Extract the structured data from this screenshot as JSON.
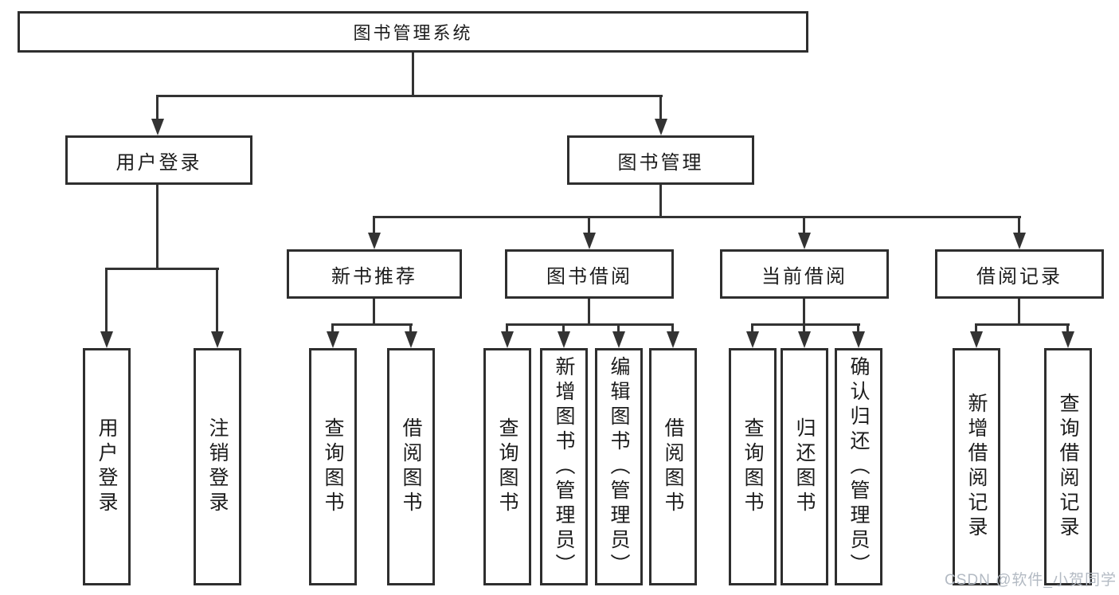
{
  "diagram": {
    "tree": {
      "label": "图书管理系统",
      "children": [
        {
          "label": "用户登录",
          "children": [
            {
              "label": "用户登录"
            },
            {
              "label": "注销登录"
            }
          ]
        },
        {
          "label": "图书管理",
          "children": [
            {
              "label": "新书推荐",
              "children": [
                {
                  "label": "查询图书"
                },
                {
                  "label": "借阅图书"
                }
              ]
            },
            {
              "label": "图书借阅",
              "children": [
                {
                  "label": "查询图书"
                },
                {
                  "label": "新增图书（管理员）"
                },
                {
                  "label": "编辑图书（管理员）"
                },
                {
                  "label": "借阅图书"
                }
              ]
            },
            {
              "label": "当前借阅",
              "children": [
                {
                  "label": "查询图书"
                },
                {
                  "label": "归还图书"
                },
                {
                  "label": "确认归还（管理员）"
                }
              ]
            },
            {
              "label": "借阅记录",
              "children": [
                {
                  "label": "新增借阅记录"
                },
                {
                  "label": "查询借阅记录"
                }
              ]
            }
          ]
        }
      ]
    },
    "colors": {
      "line": "#333333",
      "box_border": "#2e2e2e",
      "text": "#1c1c1c",
      "watermark": "#b3bac3",
      "background": "#ffffff"
    }
  },
  "watermark": {
    "text": "CSDN @软件_小贺同学"
  }
}
